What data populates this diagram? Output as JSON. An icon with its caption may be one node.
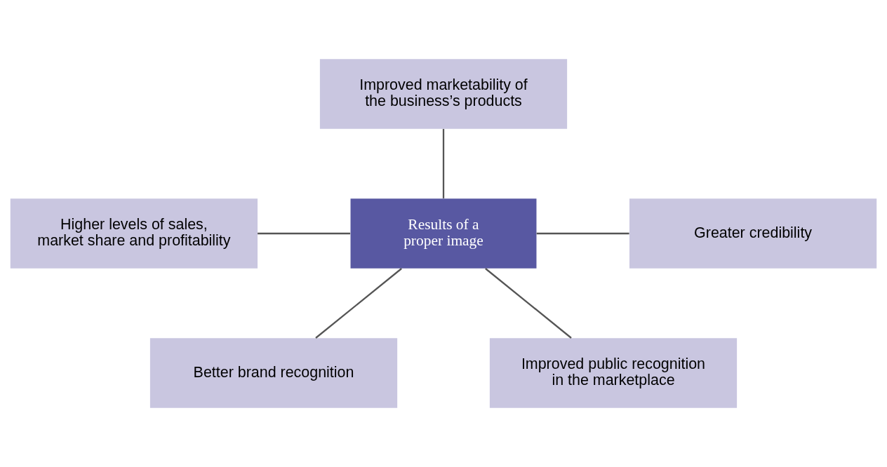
{
  "diagram": {
    "nodes": [
      {
        "text": [
          "Improved marketability of the business’s products"
        ]
      },
      {
        "text": [
          "Higher levels of sales, market share and profitability"
        ]
      },
      {
        "text": [
          "Results of a proper image"
        ]
      },
      {
        "text": [
          "Greater credibility"
        ]
      },
      {
        "text": [
          "Better brand recognition"
        ]
      },
      {
        "text": [
          "Improved public recognition in the marketplace"
        ]
      }
    ],
    "edges": [
      {
        "from": 0,
        "to": 2,
        "arrow": "none"
      },
      {
        "from": 1,
        "to": 2,
        "arrow": "none"
      },
      {
        "from": 2,
        "to": 3,
        "arrow": "none"
      },
      {
        "from": 2,
        "to": 4,
        "arrow": "none"
      },
      {
        "from": 2,
        "to": 5,
        "arrow": "none"
      }
    ]
  }
}
